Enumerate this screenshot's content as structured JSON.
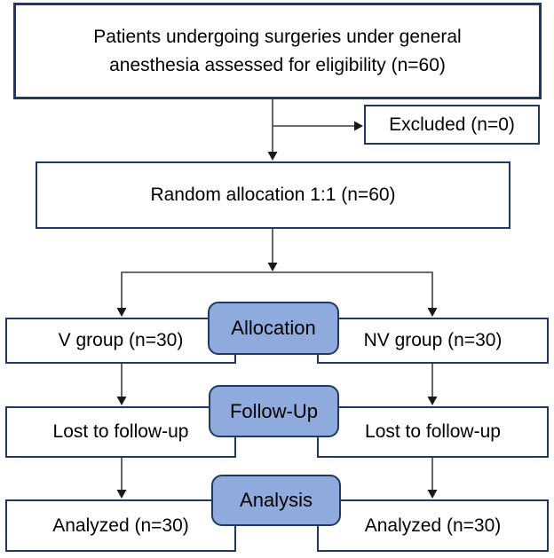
{
  "diagram": {
    "type": "consort-flow",
    "nodes": {
      "eligibility": "Patients undergoing surgeries under general anesthesia assessed for eligibility (n=60)",
      "excluded": "Excluded (n=0)",
      "randomization": "Random allocation 1:1 (n=60)",
      "v_group": "V group (n=30)",
      "nv_group": "NV group (n=30)",
      "lost_followup_left": "Lost to follow-up",
      "lost_followup_right": "Lost to follow-up",
      "analyzed_left": "Analyzed (n=30)",
      "analyzed_right": "Analyzed (n=30)"
    },
    "stages": {
      "allocation": "Allocation",
      "follow_up": "Follow-Up",
      "analysis": "Analysis"
    },
    "colors": {
      "box_border": "#1f3864",
      "stage_fill": "#8faadc",
      "stage_border": "#1f3864",
      "connector": "#3f3f3f",
      "arrowhead": "#1a1a1a",
      "text": "#000000",
      "background": "#ffffff"
    }
  }
}
